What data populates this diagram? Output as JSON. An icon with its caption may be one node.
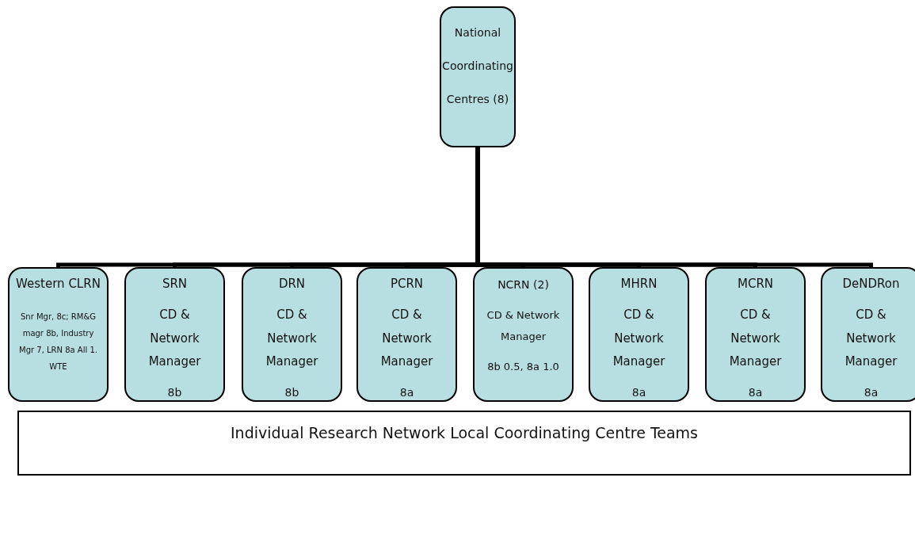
{
  "diagram": {
    "nodes": [
      {
        "text": [
          "National Coordinating Centres (8)"
        ]
      },
      {
        "text": [
          "Western CLRN",
          "Snr Mgr,  8c; RM&G magr 8b, Industry Mgr 7, LRN 8a All 1. WTE"
        ]
      },
      {
        "text": [
          "SRN",
          "CD & Network Manager",
          "8b"
        ]
      },
      {
        "text": [
          "DRN",
          "CD & Network Manager",
          "8b"
        ]
      },
      {
        "text": [
          "PCRN",
          "CD & Network Manager",
          "8a"
        ]
      },
      {
        "text": [
          "NCRN (2)",
          "CD & Network Manager",
          "8b 0.5, 8a 1.0"
        ]
      },
      {
        "text": [
          "MHRN",
          "CD & Network Manager",
          "8a"
        ]
      },
      {
        "text": [
          "MCRN",
          "CD & Network Manager",
          "8a"
        ]
      },
      {
        "text": [
          "DeNDRon",
          "CD & Network Manager",
          "8a"
        ]
      },
      {
        "text": [
          "Individual Research Network Local Coordinating Centre Teams"
        ]
      }
    ],
    "edges": [
      {
        "from": 0,
        "to": 1,
        "arrow": "none"
      },
      {
        "from": 0,
        "to": 2,
        "arrow": "none"
      },
      {
        "from": 0,
        "to": 3,
        "arrow": "none"
      },
      {
        "from": 0,
        "to": 4,
        "arrow": "none"
      },
      {
        "from": 0,
        "to": 5,
        "arrow": "none"
      },
      {
        "from": 0,
        "to": 6,
        "arrow": "none"
      },
      {
        "from": 0,
        "to": 7,
        "arrow": "none"
      },
      {
        "from": 0,
        "to": 8,
        "arrow": "none"
      }
    ]
  }
}
